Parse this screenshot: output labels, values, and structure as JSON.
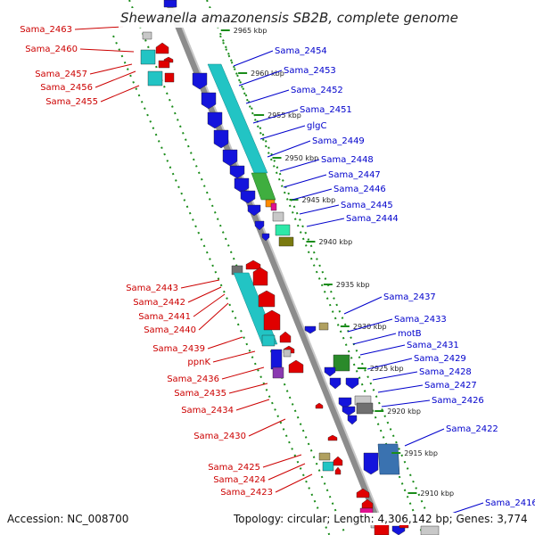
{
  "header": {
    "title": "Shewanella amazonensis SB2B, complete genome"
  },
  "footer": {
    "accession": "Accession: NC_008700",
    "summary": "Topology: circular; Length: 4,306,142 bp; Genes: 3,774"
  },
  "colors": {
    "left_label": "#cc0000",
    "right_label": "#0000cc",
    "backbone": "#8c8c8c",
    "track_dots": "#1a8c1a"
  },
  "kbp_ticks": [
    "2965 kbp",
    "2960 kbp",
    "2955 kbp",
    "2950 kbp",
    "2945 kbp",
    "2940 kbp",
    "2935 kbp",
    "2930 kbp",
    "2925 kbp",
    "2920 kbp",
    "2915 kbp",
    "2910 kbp"
  ],
  "left_labels": [
    "Sama_2463",
    "Sama_2460",
    "Sama_2457",
    "Sama_2456",
    "Sama_2455",
    "Sama_2443",
    "Sama_2442",
    "Sama_2441",
    "Sama_2440",
    "Sama_2439",
    "ppnK",
    "Sama_2436",
    "Sama_2435",
    "Sama_2434",
    "Sama_2430",
    "Sama_2425",
    "Sama_2424",
    "Sama_2423"
  ],
  "right_labels": [
    "Sama_2454",
    "Sama_2453",
    "Sama_2452",
    "Sama_2451",
    "glgC",
    "Sama_2449",
    "Sama_2448",
    "Sama_2447",
    "Sama_2446",
    "Sama_2445",
    "Sama_2444",
    "Sama_2437",
    "Sama_2433",
    "motB",
    "Sama_2431",
    "Sama_2429",
    "Sama_2428",
    "Sama_2427",
    "Sama_2426",
    "Sama_2422",
    "Sama_2416"
  ]
}
